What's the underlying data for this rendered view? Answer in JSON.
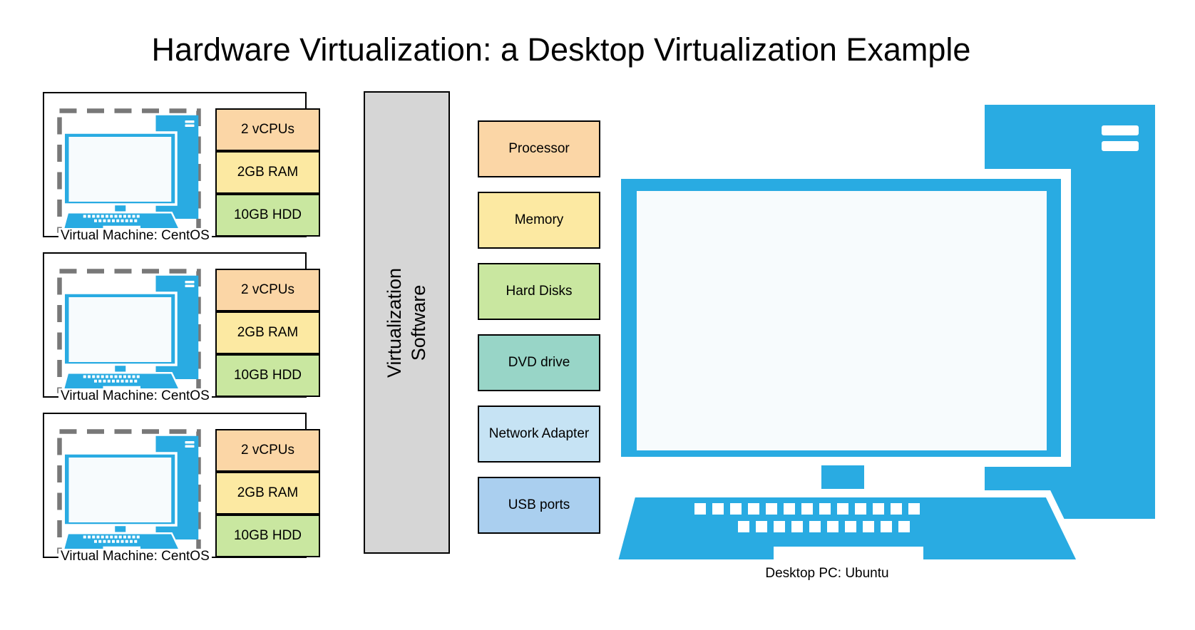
{
  "title": "Hardware Virtualization: a Desktop Virtualization Example",
  "vms": [
    {
      "caption": "Virtual Machine: CentOS",
      "specs": [
        {
          "label": "2 vCPUs",
          "color": "#FBD6A6"
        },
        {
          "label": "2GB RAM",
          "color": "#FCE9A2"
        },
        {
          "label": "10GB HDD",
          "color": "#C9E7A0"
        }
      ]
    },
    {
      "caption": "Virtual Machine: CentOS",
      "specs": [
        {
          "label": "2 vCPUs",
          "color": "#FBD6A6"
        },
        {
          "label": "2GB RAM",
          "color": "#FCE9A2"
        },
        {
          "label": "10GB HDD",
          "color": "#C9E7A0"
        }
      ]
    },
    {
      "caption": "Virtual Machine: CentOS",
      "specs": [
        {
          "label": "2 vCPUs",
          "color": "#FBD6A6"
        },
        {
          "label": "2GB RAM",
          "color": "#FCE9A2"
        },
        {
          "label": "10GB HDD",
          "color": "#C9E7A0"
        }
      ]
    }
  ],
  "virtualization_software": {
    "line1": "Virtualization",
    "line2": "Software"
  },
  "hardware_components": [
    {
      "label": "Processor",
      "color": "#FBD6A6"
    },
    {
      "label": "Memory",
      "color": "#FCE9A2"
    },
    {
      "label": "Hard Disks",
      "color": "#C9E7A0"
    },
    {
      "label": "DVD drive",
      "color": "#98D5C7"
    },
    {
      "label": "Network Adapter",
      "color": "#C6E3F4"
    },
    {
      "label": "USB ports",
      "color": "#AACFEF"
    }
  ],
  "desktop_pc": {
    "caption": "Desktop PC: Ubuntu"
  },
  "colors": {
    "pc_blue": "#29ABE2",
    "screen": "#F7FBFD",
    "bar_gray": "#D6D6D6",
    "dash_gray": "#787878"
  }
}
